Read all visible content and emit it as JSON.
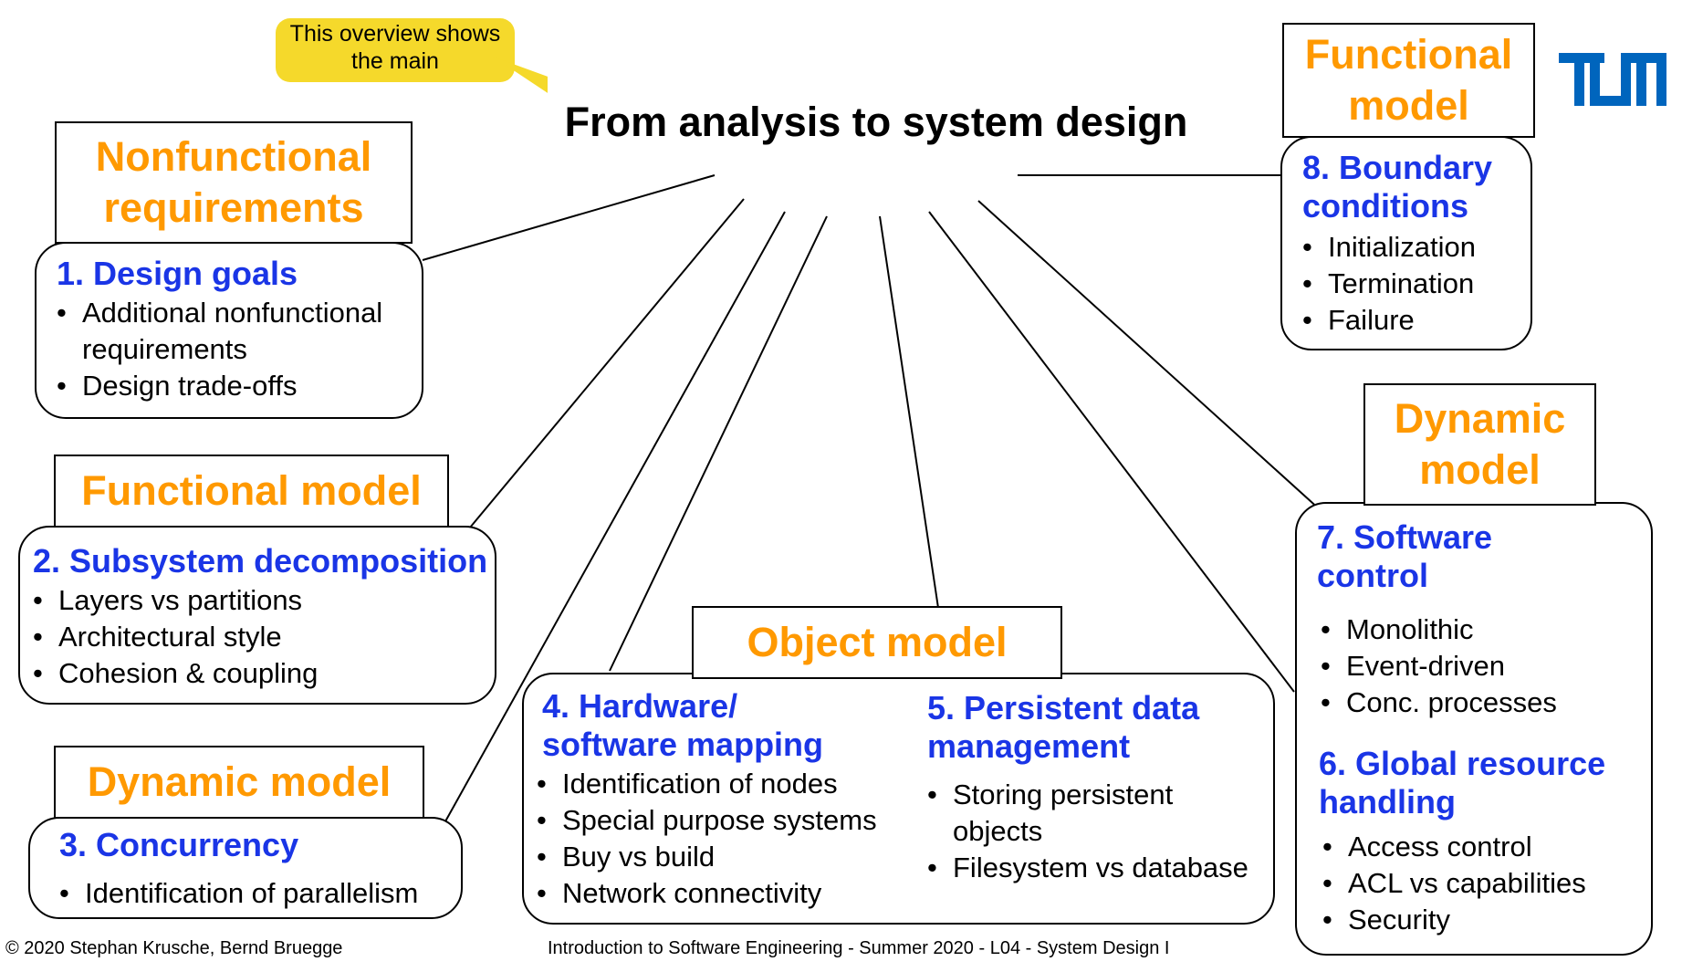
{
  "title": "From analysis to system design",
  "callout": "This overview shows the main",
  "logo": {
    "icon": "tum-logo",
    "color": "#0065bd"
  },
  "colors": {
    "model_label": "#ff9900",
    "heading": "#1a35e6",
    "callout": "#f5d92b"
  },
  "nodes": {
    "design_goals": {
      "model": "Nonfunctional requirements",
      "heading": "1. Design goals",
      "items": [
        "Additional nonfunctional requirements",
        "Design trade-offs"
      ]
    },
    "subsystem": {
      "model": "Functional model",
      "heading": "2. Subsystem decomposition",
      "items": [
        "Layers vs partitions",
        "Architectural style",
        "Cohesion & coupling"
      ]
    },
    "concurrency": {
      "model": "Dynamic model",
      "heading": "3. Concurrency",
      "items": [
        "Identification of parallelism"
      ]
    },
    "object": {
      "model": "Object model",
      "hw_heading": "4. Hardware/ software mapping",
      "hw_items": [
        "Identification of nodes",
        "Special purpose systems",
        "Buy vs build",
        "Network connectivity"
      ],
      "pd_heading": "5. Persistent data management",
      "pd_items": [
        "Storing persistent objects",
        "Filesystem vs database"
      ]
    },
    "control": {
      "model": "Dynamic model",
      "sc_heading": "7. Software control",
      "sc_items": [
        "Monolithic",
        "Event-driven",
        "Conc. processes"
      ],
      "gr_heading": "6. Global resource handling",
      "gr_items": [
        "Access control",
        "ACL vs capabilities",
        "Security"
      ]
    },
    "boundary": {
      "model": "Functional model",
      "heading": "8. Boundary conditions",
      "items": [
        "Initialization",
        "Termination",
        "Failure"
      ]
    }
  },
  "footer": {
    "left": "© 2020 Stephan Krusche, Bernd Bruegge",
    "center": "Introduction to Software Engineering - Summer 2020 - L04 - System Design I"
  }
}
